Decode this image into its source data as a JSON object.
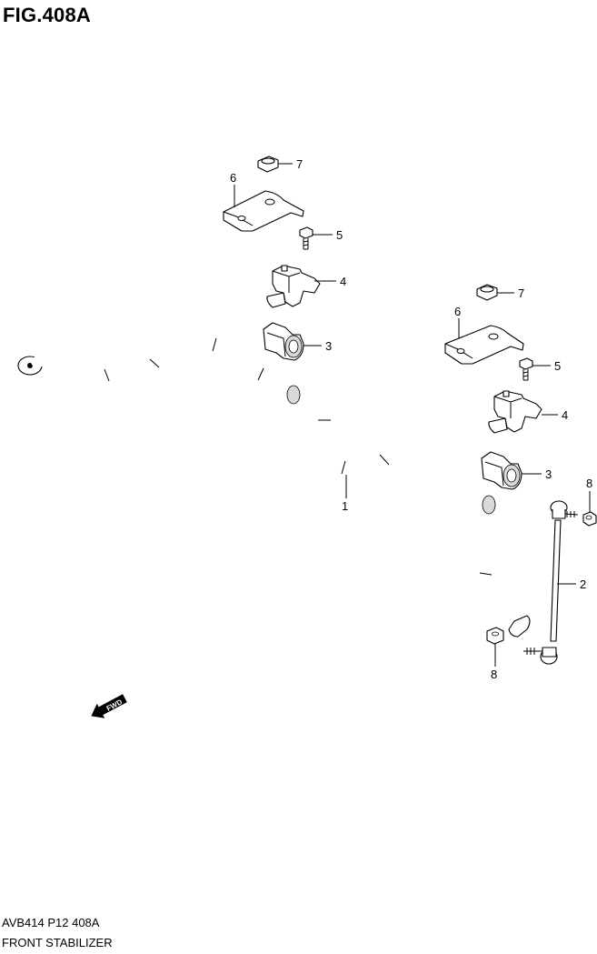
{
  "figure": {
    "title": "FIG.408A",
    "code": "AVB414 P12 408A",
    "name": "FRONT STABILIZER"
  },
  "fwd_label": "FWD",
  "callouts": [
    {
      "id": "c7a",
      "label": "7"
    },
    {
      "id": "c6a",
      "label": "6"
    },
    {
      "id": "c5a",
      "label": "5"
    },
    {
      "id": "c4a",
      "label": "4"
    },
    {
      "id": "c3a",
      "label": "3"
    },
    {
      "id": "c7b",
      "label": "7"
    },
    {
      "id": "c6b",
      "label": "6"
    },
    {
      "id": "c5b",
      "label": "5"
    },
    {
      "id": "c4b",
      "label": "4"
    },
    {
      "id": "c3b",
      "label": "3"
    },
    {
      "id": "c1",
      "label": "1"
    },
    {
      "id": "c8a",
      "label": "8"
    },
    {
      "id": "c2",
      "label": "2"
    },
    {
      "id": "c8b",
      "label": "8"
    }
  ]
}
